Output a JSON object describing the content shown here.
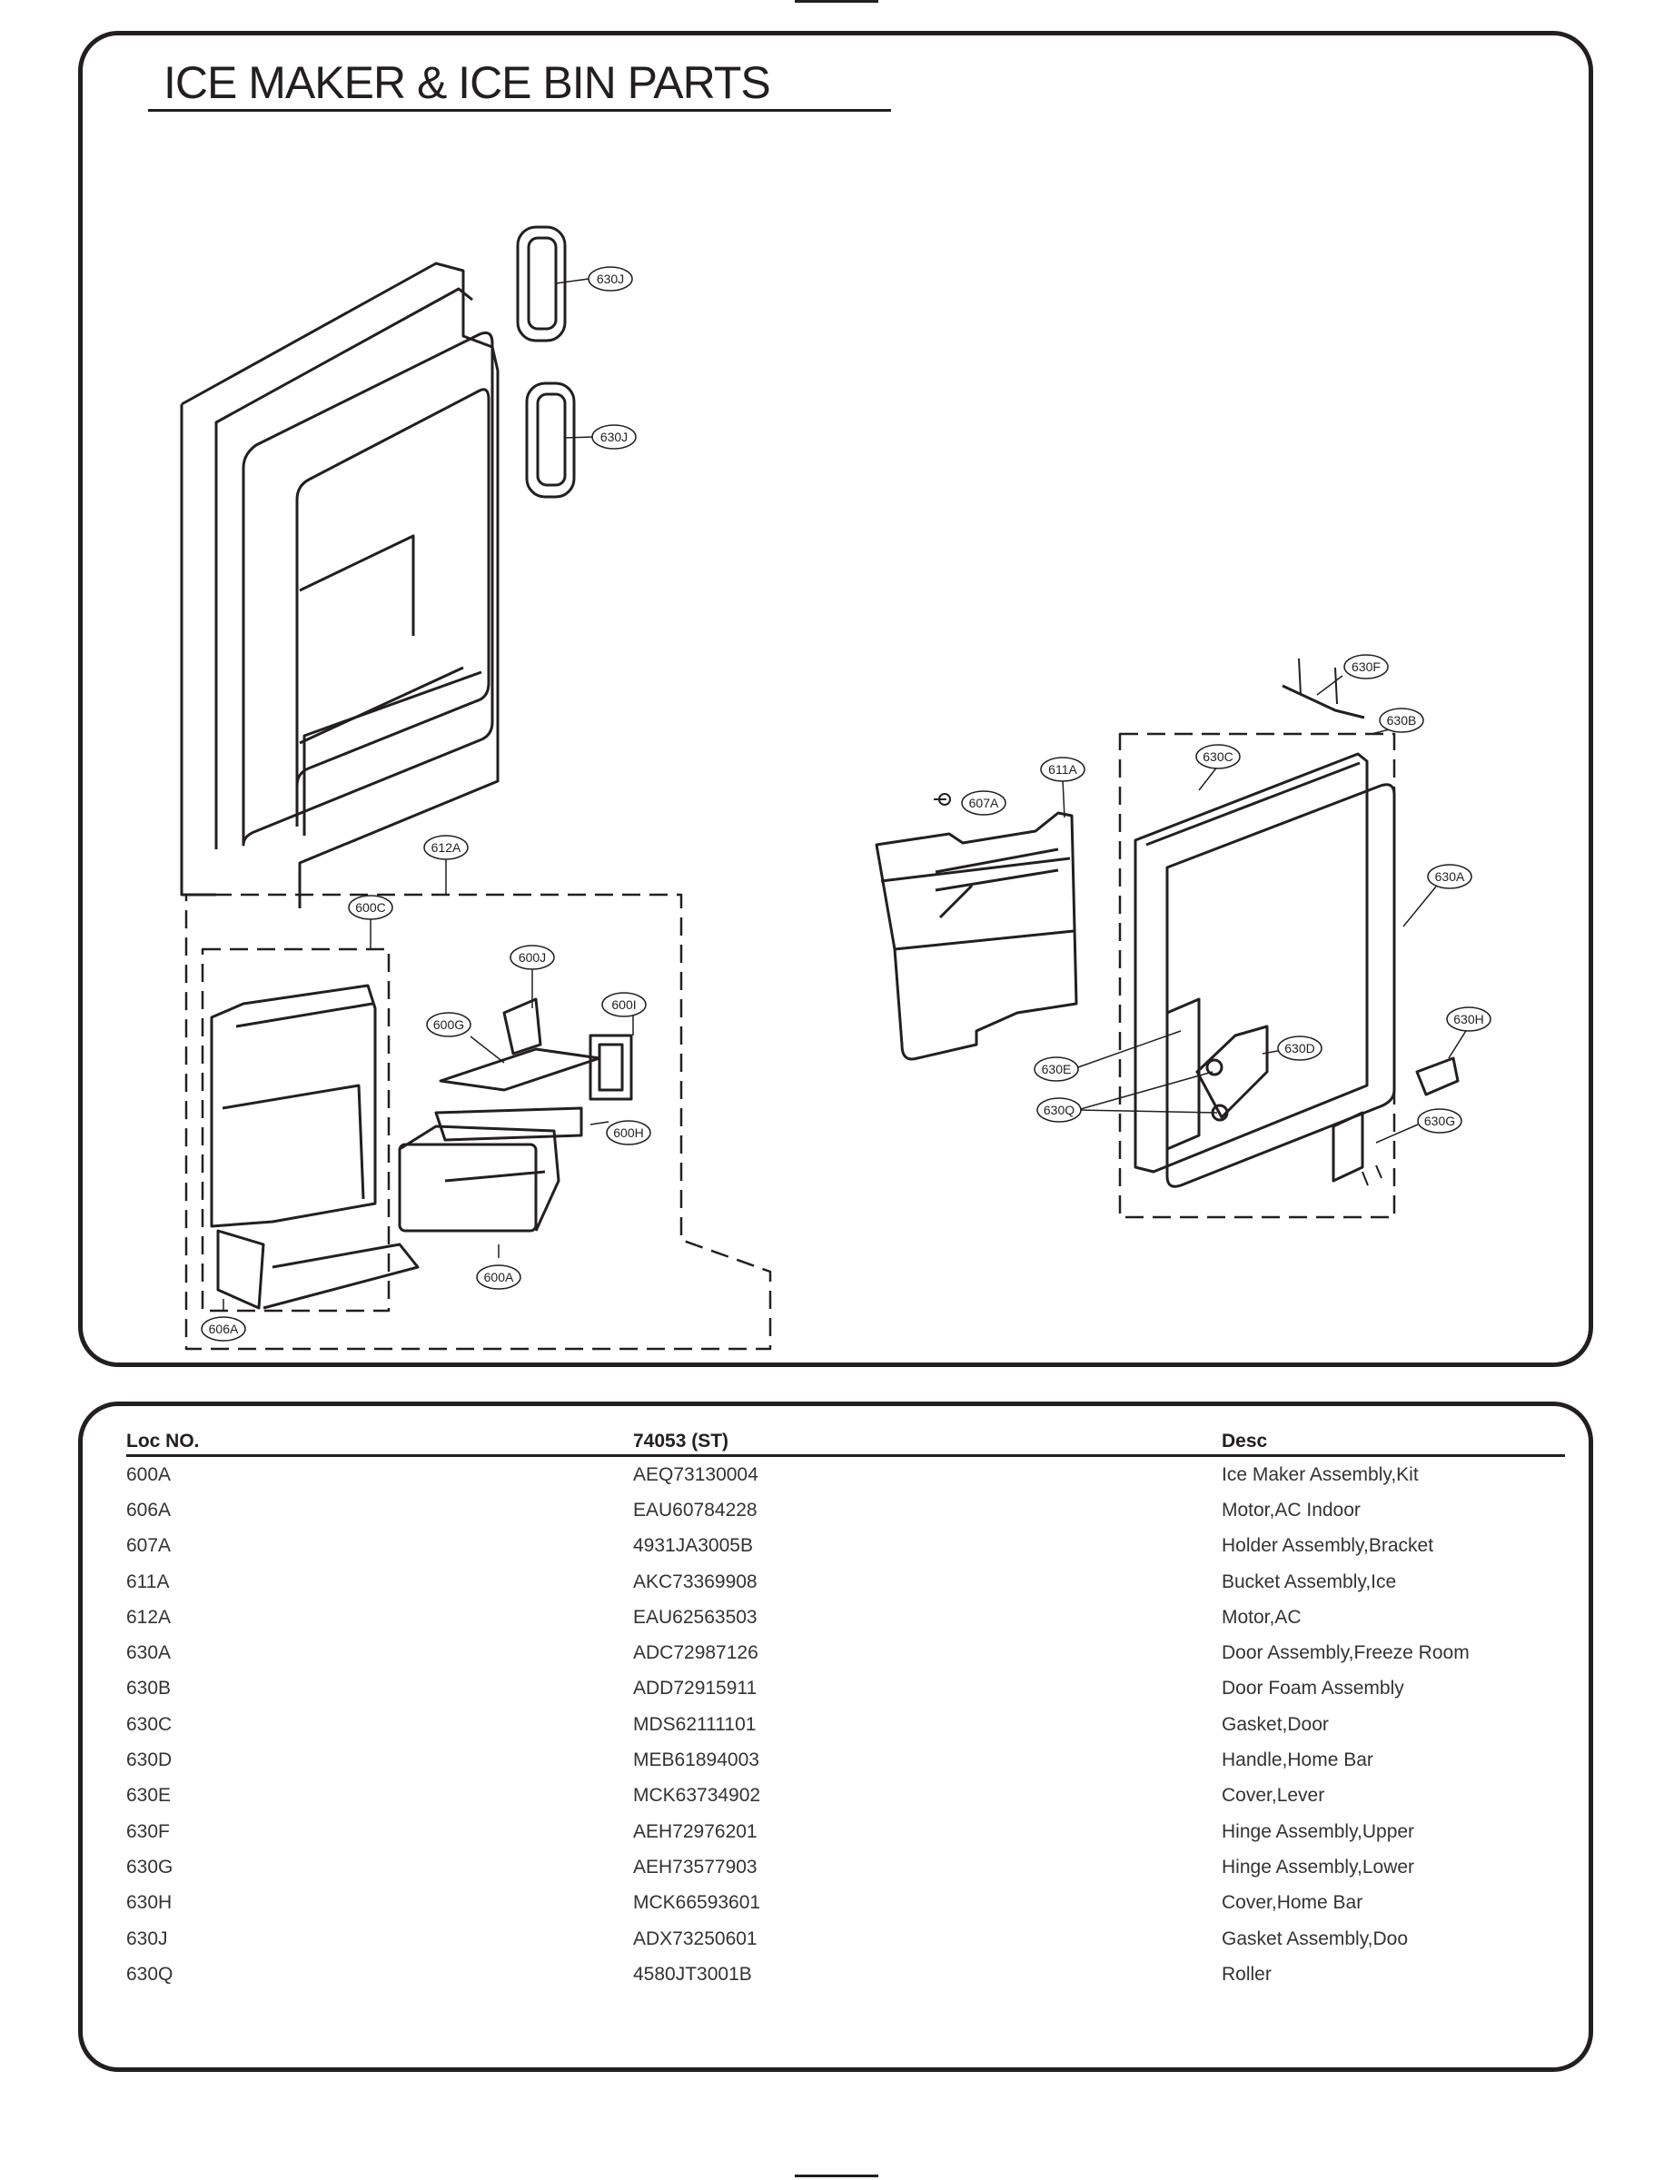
{
  "title": "ICE MAKER & ICE BIN PARTS",
  "callouts": [
    "630J",
    "630J",
    "612A",
    "600C",
    "600J",
    "600I",
    "600G",
    "600H",
    "600A",
    "606A",
    "607A",
    "611A",
    "630C",
    "630F",
    "630B",
    "630A",
    "630H",
    "630D",
    "630E",
    "630Q",
    "630G"
  ],
  "table": {
    "headers": [
      "Loc NO.",
      "74053 (ST)",
      "Desc"
    ],
    "rows": [
      [
        "600A",
        "AEQ73130004",
        "Ice Maker Assembly,Kit"
      ],
      [
        "606A",
        "EAU60784228",
        "Motor,AC Indoor"
      ],
      [
        "607A",
        "4931JA3005B",
        "Holder Assembly,Bracket"
      ],
      [
        "611A",
        "AKC73369908",
        "Bucket Assembly,Ice"
      ],
      [
        "612A",
        "EAU62563503",
        "Motor,AC"
      ],
      [
        "630A",
        "ADC72987126",
        "Door Assembly,Freeze Room"
      ],
      [
        "630B",
        "ADD72915911",
        "Door Foam Assembly"
      ],
      [
        "630C",
        "MDS62111101",
        "Gasket,Door"
      ],
      [
        "630D",
        "MEB61894003",
        "Handle,Home Bar"
      ],
      [
        "630E",
        "MCK63734902",
        "Cover,Lever"
      ],
      [
        "630F",
        "AEH72976201",
        "Hinge Assembly,Upper"
      ],
      [
        "630G",
        "AEH73577903",
        "Hinge Assembly,Lower"
      ],
      [
        "630H",
        "MCK66593601",
        "Cover,Home Bar"
      ],
      [
        "630J",
        "ADX73250601",
        "Gasket Assembly,Doo"
      ],
      [
        "630Q",
        "4580JT3001B",
        "Roller"
      ]
    ]
  }
}
